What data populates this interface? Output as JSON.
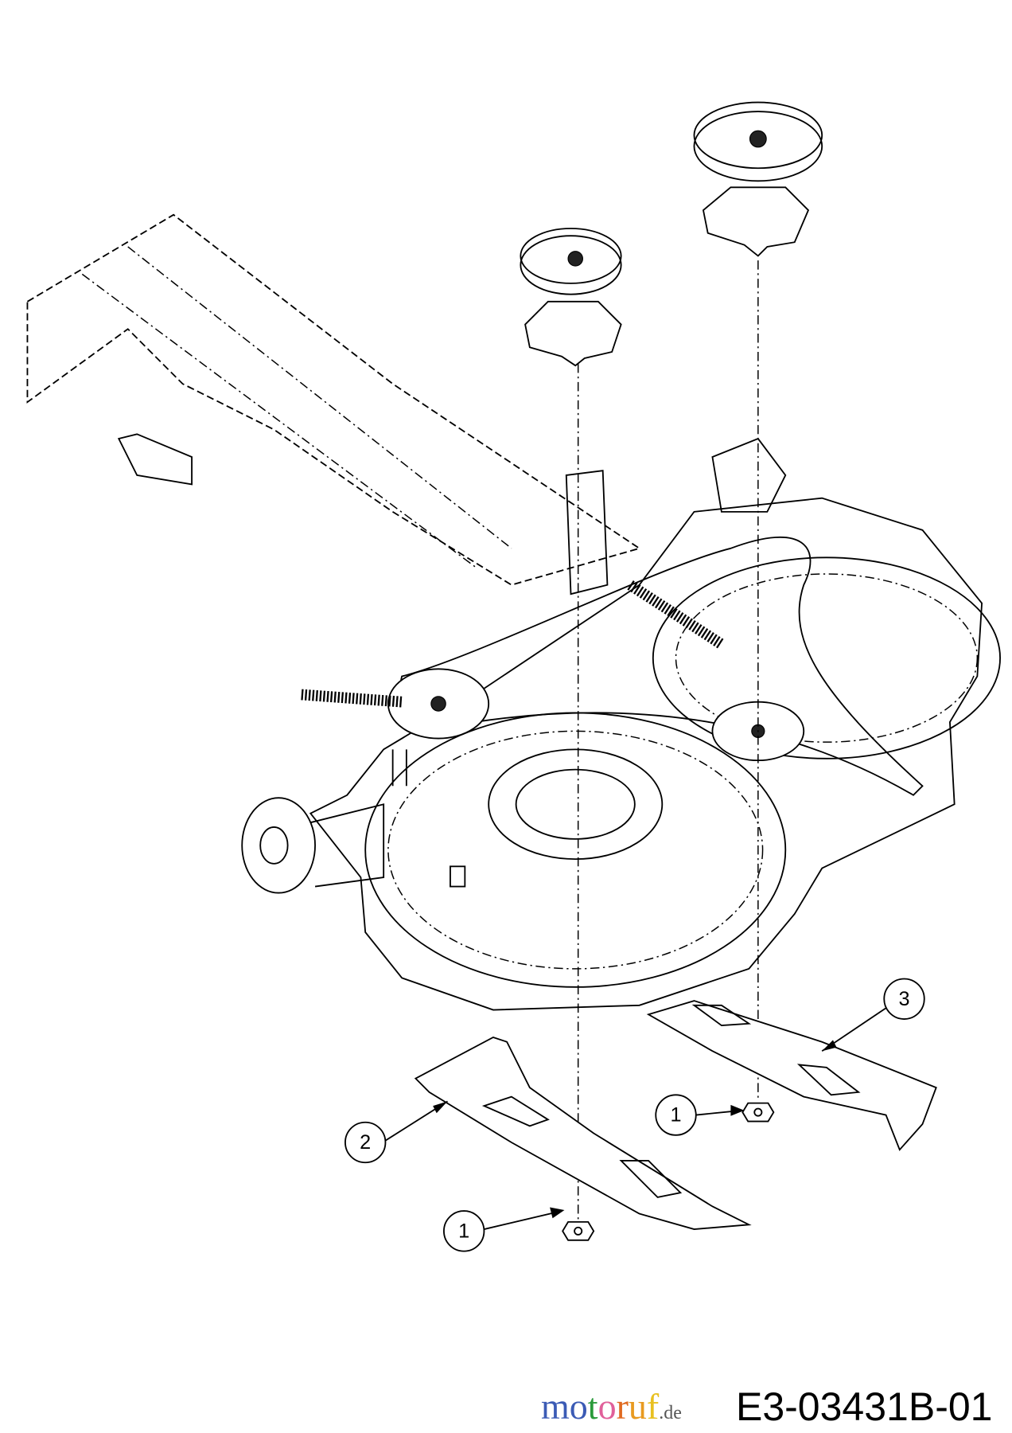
{
  "diagram": {
    "drawing_code": "E3-03431B-01",
    "watermark": {
      "letters": [
        "m",
        "o",
        "t",
        "o",
        "r",
        "u",
        "f"
      ],
      "letter_colors": [
        "#3b5bb5",
        "#3b5bb5",
        "#2a9a3a",
        "#e0609a",
        "#e06a20",
        "#e89a20",
        "#e8c020"
      ],
      "suffix": ".de",
      "suffix_color": "#555555"
    },
    "callouts": [
      {
        "id": "1",
        "label": "1",
        "part": "nut"
      },
      {
        "id": "1b",
        "label": "1",
        "part": "nut"
      },
      {
        "id": "2",
        "label": "2",
        "part": "blade-left"
      },
      {
        "id": "3",
        "label": "3",
        "part": "blade-right"
      }
    ]
  }
}
